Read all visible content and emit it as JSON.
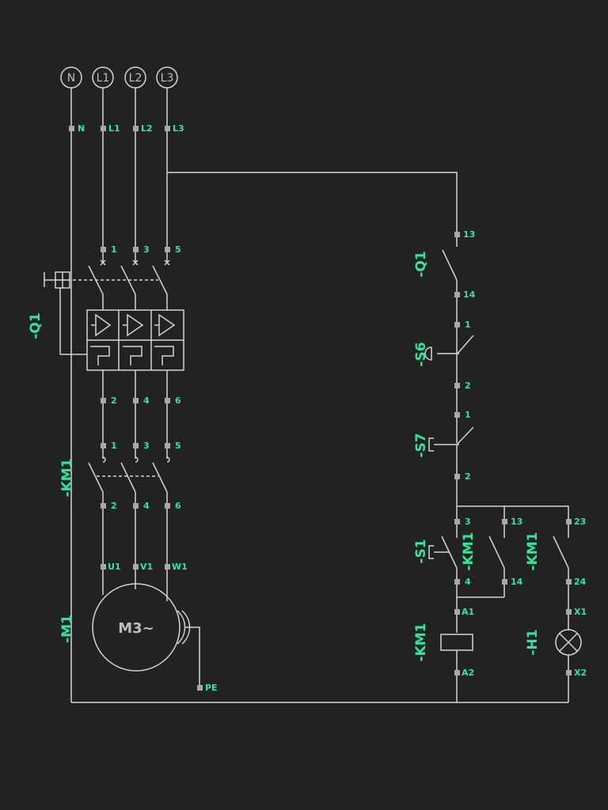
{
  "supply": {
    "buses": [
      "N",
      "L1",
      "L2",
      "L3"
    ],
    "terminals": [
      "N",
      "L1",
      "L2",
      "L3"
    ]
  },
  "devices": {
    "q1_main": "-Q1",
    "km1_main": "-KM1",
    "m1": "-M1",
    "q1_ctrl": "-Q1",
    "s6": "-S6",
    "s7": "-S7",
    "s1": "-S1",
    "km1_aux1": "-KM1",
    "km1_aux2": "-KM1",
    "km1_coil": "-KM1",
    "h1": "-H1"
  },
  "breaker_q1": {
    "top_terminals": [
      "1",
      "3",
      "5"
    ],
    "bottom_terminals": [
      "2",
      "4",
      "6"
    ]
  },
  "contactor_km1": {
    "top_terminals": [
      "1",
      "3",
      "5"
    ],
    "bottom_terminals": [
      "2",
      "4",
      "6"
    ]
  },
  "motor": {
    "label": "M3~",
    "terminals": [
      "U1",
      "V1",
      "W1"
    ],
    "pe": "PE"
  },
  "control": {
    "q1_terminals": [
      "13",
      "14"
    ],
    "s6_terminals": [
      "1",
      "2"
    ],
    "s7_terminals": [
      "1",
      "2"
    ],
    "s1_terminals": [
      "3",
      "4"
    ],
    "km1_aux1_terminals": [
      "13",
      "14"
    ],
    "km1_aux2_terminals": [
      "23",
      "24"
    ],
    "coil_terminals": [
      "A1",
      "A2"
    ],
    "lamp_terminals": [
      "X1",
      "X2"
    ]
  },
  "colors": {
    "background": "#222222",
    "wire": "#d4d4d4",
    "label": "#2ee6a0",
    "terminal": "#a8a8a8"
  }
}
